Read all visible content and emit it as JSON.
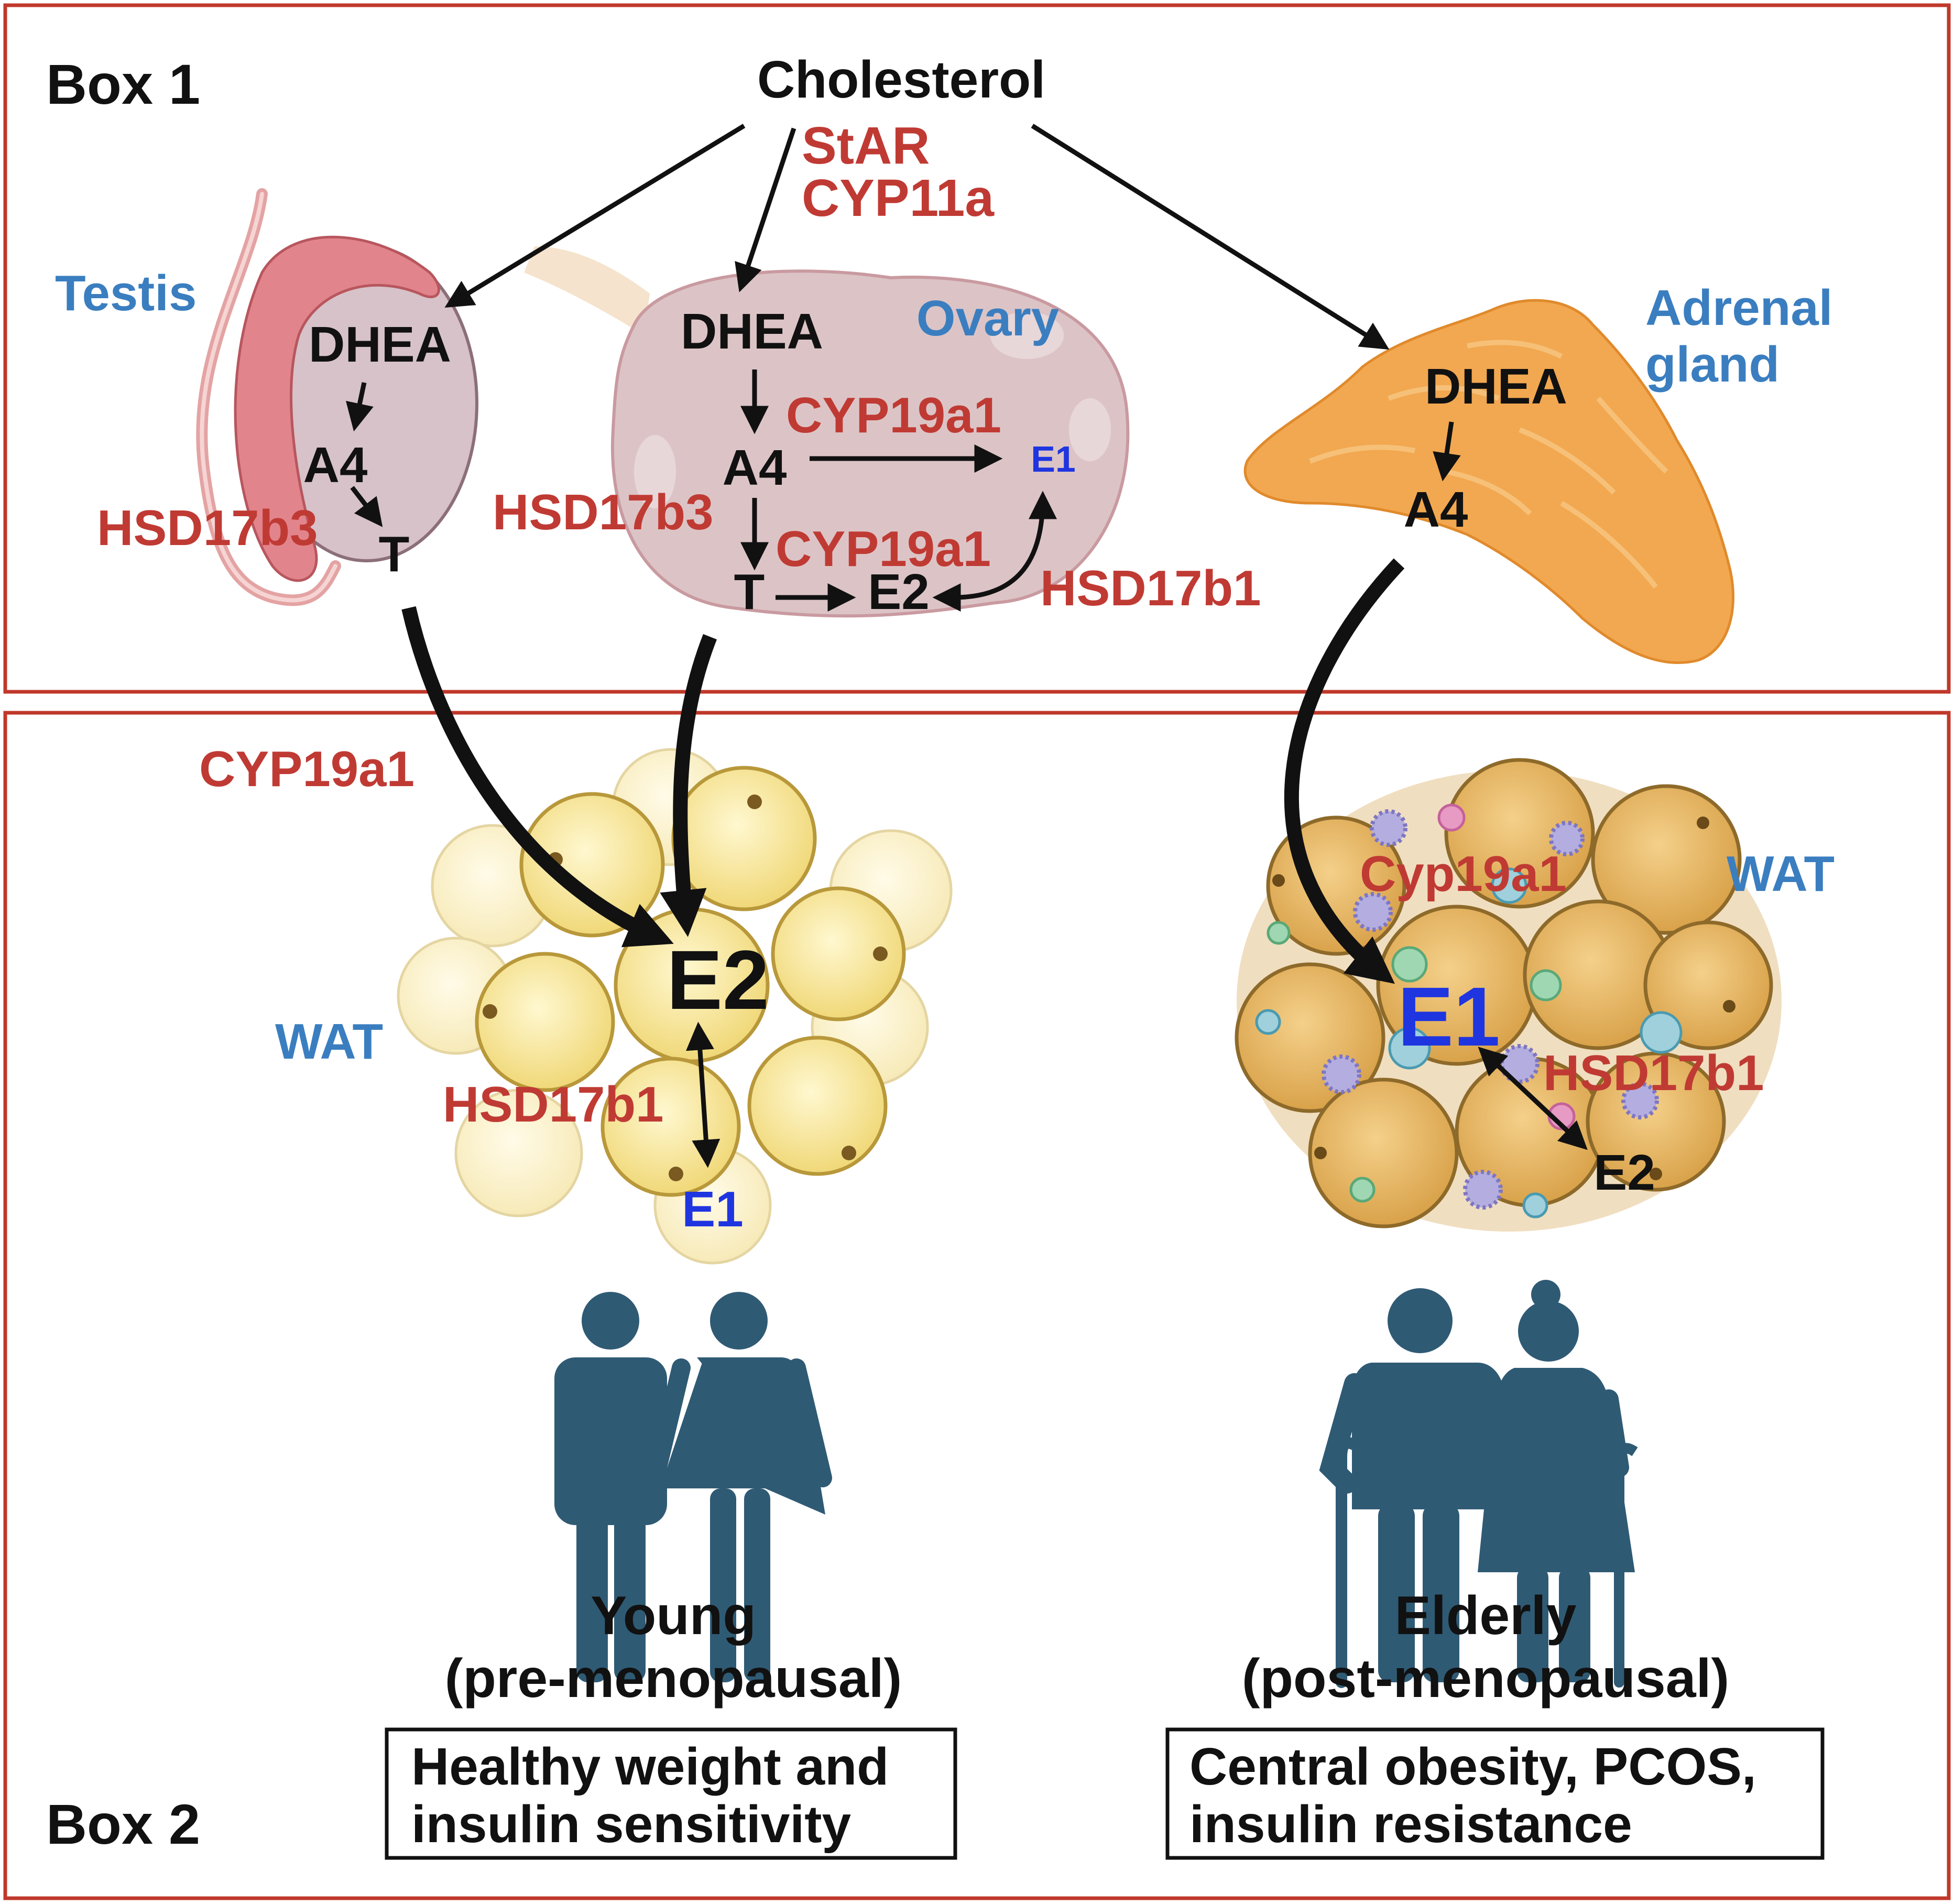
{
  "colors": {
    "frame": "#c0392b",
    "enzyme": "#c03a34",
    "organ": "#3a7ec0",
    "estrone": "#1f35e0",
    "text": "#111111",
    "person": "#2f5a74",
    "fat_young": "#f6e6a0",
    "fat_old": "#e2b35a",
    "adrenal": "#f0a24a",
    "gonad": "#d9c0c4"
  },
  "box1": {
    "label": "Box 1",
    "cholesterol": "Cholesterol",
    "star": "StAR",
    "cyp11a": "CYP11a",
    "testis": {
      "name": "Testis",
      "dhea": "DHEA",
      "a4": "A4",
      "t": "T",
      "enzyme": "HSD17b3"
    },
    "ovary": {
      "name": "Ovary",
      "dhea": "DHEA",
      "a4": "A4",
      "t": "T",
      "e1": "E1",
      "e2": "E2",
      "aromatase_top": "CYP19a1",
      "hsd3": "HSD17b3",
      "aromatase_bottom": "CYP19a1",
      "hsd1": "HSD17b1"
    },
    "adrenal": {
      "name_line1": "Adrenal",
      "name_line2": "gland",
      "dhea": "DHEA",
      "a4": "A4"
    }
  },
  "box2": {
    "label": "Box 2",
    "young": {
      "enzyme_top": "CYP19a1",
      "wat": "WAT",
      "e2": "E2",
      "enzyme": "HSD17b1",
      "e1": "E1",
      "title_line1": "Young",
      "title_line2": "(pre-menopausal)",
      "status_line1": "Healthy weight and",
      "status_line2": "insulin sensitivity"
    },
    "elderly": {
      "enzyme_top": "Cyp19a1",
      "wat": "WAT",
      "e1": "E1",
      "enzyme": "HSD17b1",
      "e2": "E2",
      "title_line1": "Elderly",
      "title_line2": "(post-menopausal)",
      "status_line1": "Central obesity, PCOS,",
      "status_line2": "insulin resistance"
    }
  }
}
